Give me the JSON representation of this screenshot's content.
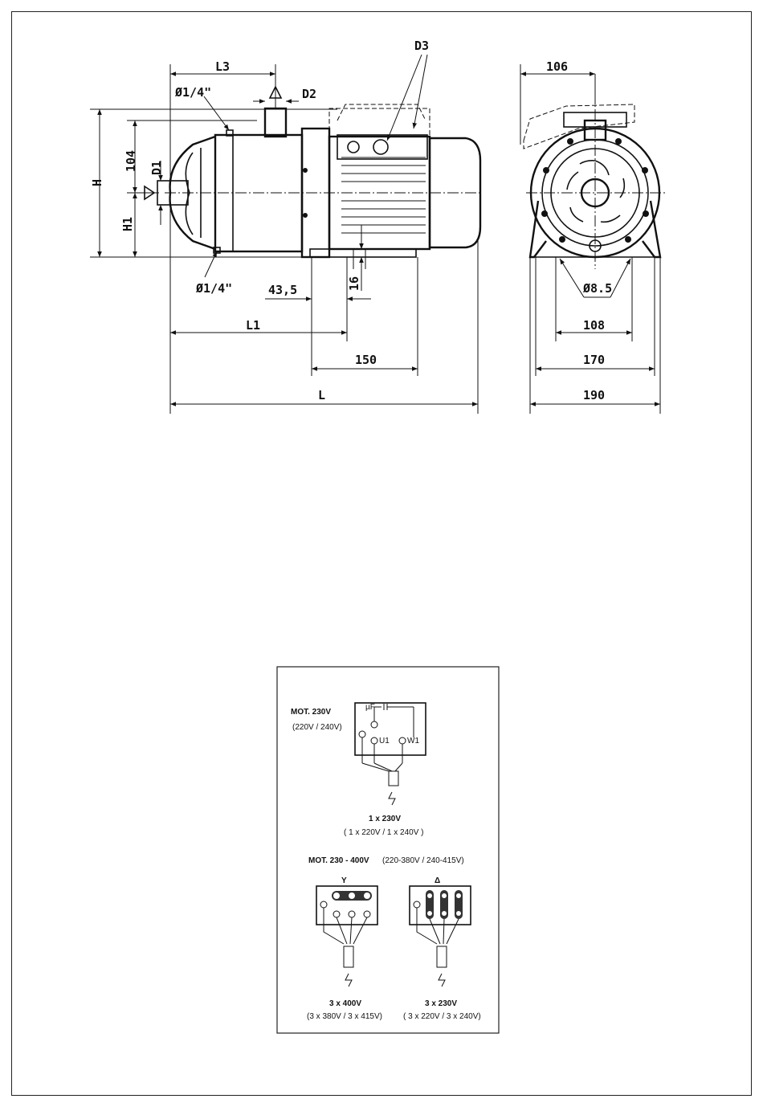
{
  "side_view": {
    "labels": {
      "L3": "L3",
      "phi_top": "Ø1/4\"",
      "D2": "D2",
      "D3": "D3",
      "H": "H",
      "dim_104": "104",
      "D1": "D1",
      "H1": "H1",
      "phi_bottom": "Ø1/4\"",
      "dim_43_5": "43,5",
      "dim_16": "16",
      "L1": "L1",
      "dim_150": "150",
      "L": "L"
    }
  },
  "front_view": {
    "labels": {
      "dim_106": "106",
      "dim_8_5": "Ø8.5",
      "dim_108": "108",
      "dim_170": "170",
      "dim_190": "190"
    }
  },
  "wiring": {
    "single_phase": {
      "motor": "MOT. 230V",
      "motor_variants": "(220V / 240V)",
      "cap_label": "µF",
      "u1": "U1",
      "w1": "W1",
      "supply": "1 x 230V",
      "supply_variants": "( 1 x 220V / 1 x 240V )"
    },
    "three_phase": {
      "motor": "MOT. 230 - 400V",
      "motor_variants": "(220-380V / 240-415V)",
      "star": {
        "symbol": "Y",
        "supply": "3 x 400V",
        "supply_variants": "(3 x 380V / 3 x 415V)"
      },
      "delta": {
        "symbol": "Δ",
        "supply": "3 x 230V",
        "supply_variants": "( 3 x 220V / 3 x 240V)"
      }
    }
  }
}
